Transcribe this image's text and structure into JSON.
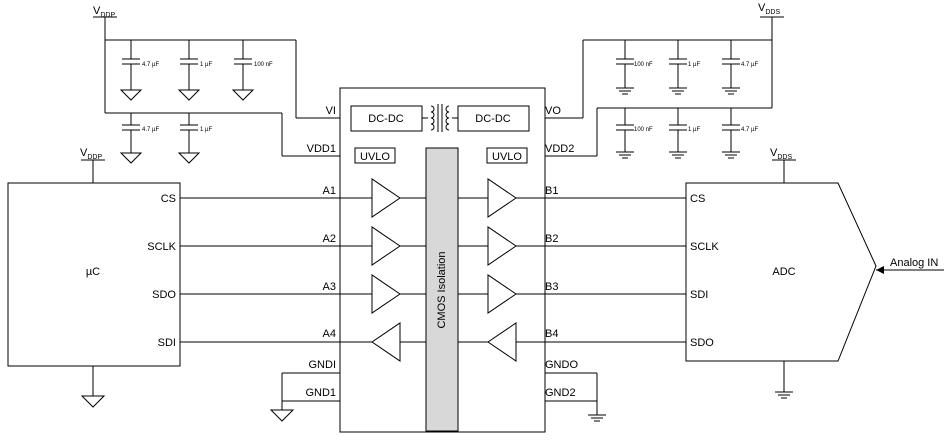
{
  "supply": {
    "vddp_main": "V",
    "vddp_main_sub": "DDP",
    "vdds_main": "V",
    "vdds_main_sub": "DDS",
    "vddp_uc": "V",
    "vddp_uc_sub": "DDP",
    "vdds_adc": "V",
    "vdds_adc_sub": "DDS"
  },
  "caps_left": [
    "4.7 µF",
    "1 µF",
    "100 nF",
    "4.7 µF",
    "1 µF"
  ],
  "caps_right": [
    "100 nF",
    "1 µF",
    "4.7 µF",
    "100 nF",
    "1 µF",
    "4.7 µF"
  ],
  "isolator": {
    "dcdc_left": "DC-DC",
    "dcdc_right": "DC-DC",
    "uvlo_left": "UVLO",
    "uvlo_right": "UVLO",
    "barrier": "CMOS Isolation",
    "pins_left": [
      "VI",
      "VDD1",
      "A1",
      "A2",
      "A3",
      "A4",
      "GNDI",
      "GND1"
    ],
    "pins_right": [
      "VO",
      "VDD2",
      "B1",
      "B2",
      "B3",
      "B4",
      "GNDO",
      "GND2"
    ]
  },
  "uc": {
    "title": "µC",
    "pins": [
      "CS",
      "SCLK",
      "SDO",
      "SDI"
    ]
  },
  "adc": {
    "title": "ADC",
    "pins": [
      "CS",
      "SCLK",
      "SDI",
      "SDO"
    ],
    "input": "Analog IN"
  }
}
